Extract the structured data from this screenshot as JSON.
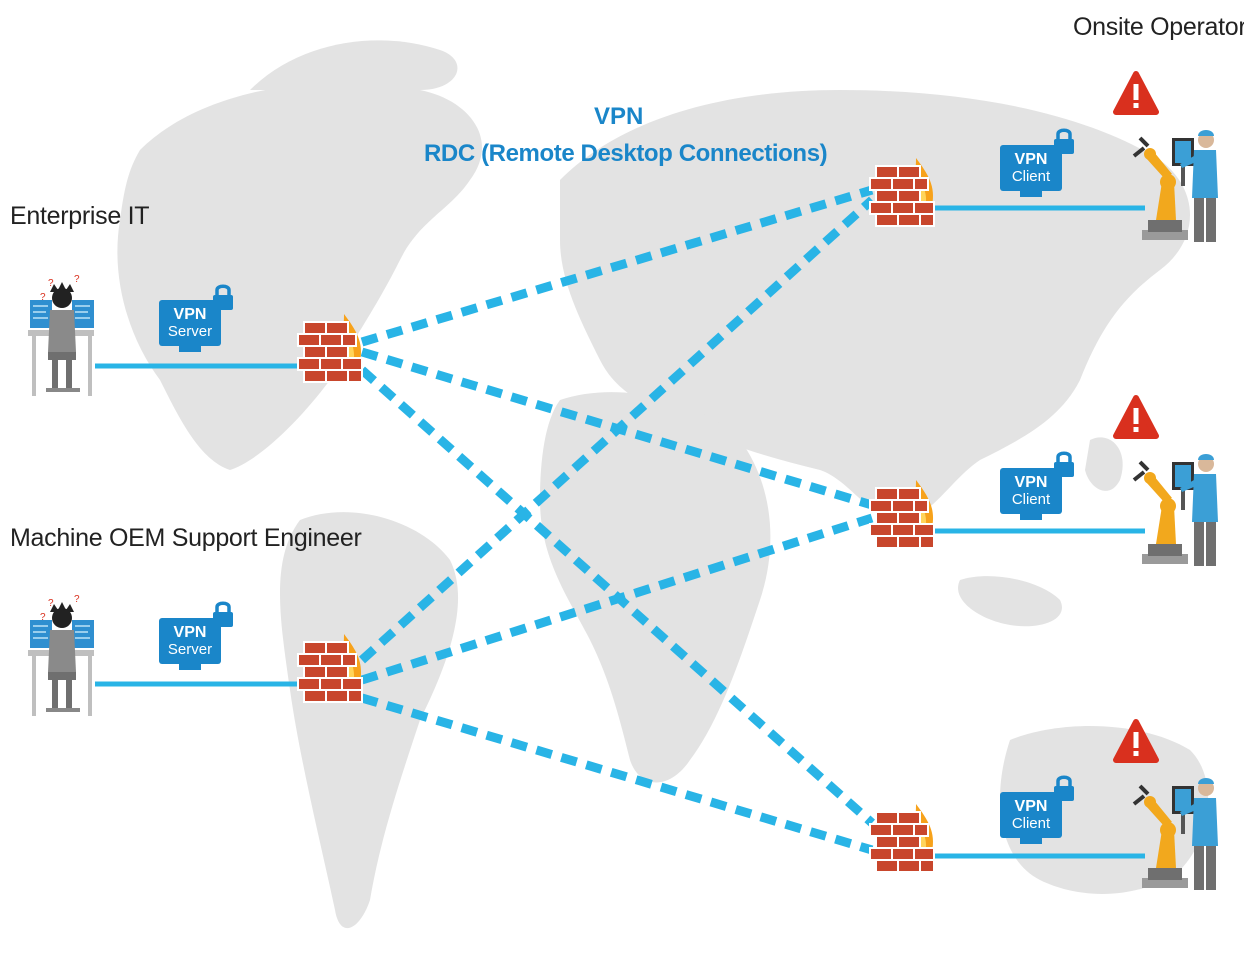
{
  "title": {
    "line1": "VPN",
    "line2": "RDC (Remote Desktop Connections)"
  },
  "groups": {
    "enterprise_it": "Enterprise IT",
    "oem_engineer": "Machine OEM Support Engineer",
    "onsite_operators": "Onsite Operators"
  },
  "vpn_server": {
    "line1": "VPN",
    "line2": "Server"
  },
  "vpn_client": {
    "line1": "VPN",
    "line2": "Client"
  },
  "colors": {
    "accent": "#1a86c9",
    "link": "#29b4e6",
    "brick": "#c8462c",
    "flame": "#f7a21b",
    "map": "#e3e3e3",
    "warning": "#d9301e",
    "robot": "#f2a81d",
    "worker": "#3b9fd6"
  },
  "icons": [
    "lock-icon",
    "firewall-icon",
    "warning-icon",
    "robot-arm-icon",
    "worker-icon",
    "engineer-icon"
  ]
}
